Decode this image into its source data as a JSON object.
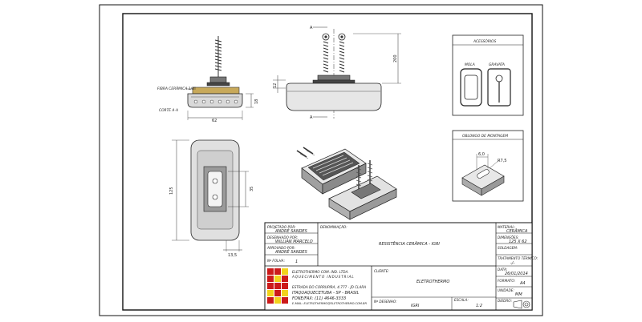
{
  "drawing": {
    "section_label": "CORTE A-A",
    "fiber_label": "FIBRA CERÂMICA 1/4\"",
    "section_mark": "A",
    "dims": {
      "width_62": "62",
      "height_200": "200",
      "height_12": "12",
      "height_18": "18",
      "length_125": "125",
      "width_35": "35",
      "offset_13_5": "13,5",
      "slot_6": "6,0",
      "radius": "R7,5"
    }
  },
  "accessories": {
    "title": "ACESSÓRIOS",
    "mola": "MOLA",
    "gravata": "GRAVATA"
  },
  "oblong": {
    "title": "OBLONGO DE MONTAGEM"
  },
  "title_block": {
    "projetado_label": "PROJETADO POR:",
    "projetado_value": "ANDRÉ SANDES",
    "desenhado_label": "DESENHADO POR:",
    "desenhado_value": "WILLIAN MARCELO",
    "aprovado_label": "APROVADO POR:",
    "aprovado_value": "ANDRÉ SANDES",
    "folha_label": "Nº FOLHA:",
    "folha_value": "1",
    "denominacao_label": "DENOMINAÇÃO:",
    "denominacao_value": "RESISTÊNCIA CERÂMICA - IGRI",
    "material_label": "MATERIAL:",
    "material_value": "CERÂMICA",
    "dimensoes_label": "DIMENSÕES:",
    "dimensoes_value": "125 X 62",
    "tratamento_label": "SOLDAGEM:",
    "tratamento_value": "",
    "tratamento_termico_label": "TRATAMENTO TÉRMICO:",
    "tratamento_termico_value": "-/-",
    "data_label": "DATA:",
    "data_value": "26/01/2014",
    "formato_label": "FORMATO:",
    "formato_value": "A4",
    "unidade_label": "UNIDADE:",
    "unidade_value": "MM",
    "diedro_label": "DIEDRO:",
    "company_name": "ELETROTHERMO COM. IND. LTDA.",
    "company_sub": "AQUECIMENTO INDUSTRIAL",
    "address1": "ESTRADA DO CORRUPIRA, 4.777 - JD CLARA",
    "address2": "ITAQUAQUECETUBA - SP - BRASIL",
    "phone": "FONE/FAX: (11) 4646-3333",
    "email": "E-MAIL: ELETROTHERMO@ELETROTHERMO.COM.BR",
    "cliente_label": "CLIENTE:",
    "cliente_value": "ELETROTHERMO",
    "desenho_label": "Nº DESENHO:",
    "desenho_value": "IGRI",
    "escala_label": "ESCALA:",
    "escala_value": "1:2"
  },
  "colors": {
    "logo_red": "#cc1a1a",
    "logo_yellow": "#f2d21b",
    "fiber": "#c8a95a",
    "ceramic_light": "#e4e4e4",
    "ceramic_dark": "#7a7a7a"
  }
}
